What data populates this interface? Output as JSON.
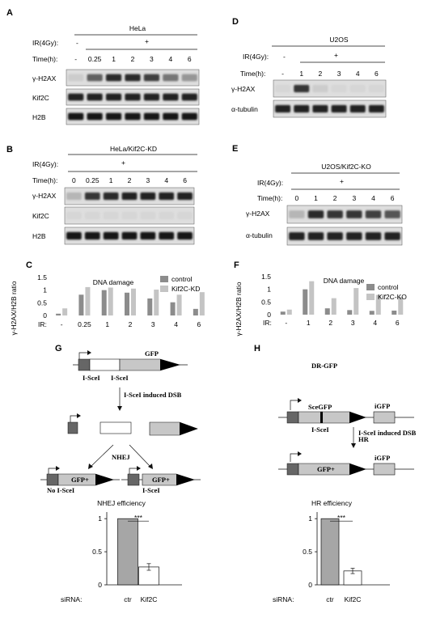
{
  "panels": {
    "A": {
      "letter": "A",
      "title": "HeLa",
      "ir_label": "IR(4Gy):",
      "ir_minus": "-",
      "ir_plus": "+",
      "time_label": "Time(h):",
      "lanes": [
        "-",
        "0.25",
        "1",
        "2",
        "3",
        "4",
        "6"
      ],
      "rows": [
        "γ-H2AX",
        "Kif2C",
        "H2B"
      ],
      "intensity": {
        "γ-H2AX": [
          0.1,
          0.6,
          0.85,
          0.85,
          0.75,
          0.5,
          0.35
        ],
        "Kif2C": [
          0.9,
          0.9,
          0.9,
          0.9,
          0.9,
          0.9,
          0.9
        ],
        "H2B": [
          0.95,
          0.95,
          0.95,
          0.95,
          0.95,
          0.95,
          0.95
        ]
      }
    },
    "B": {
      "letter": "B",
      "title": "HeLa/Kif2C-KD",
      "ir_label": "IR(4Gy):",
      "ir_plus": "+",
      "time_label": "Time(h):",
      "lanes": [
        "0",
        "0.25",
        "1",
        "2",
        "3",
        "4",
        "6"
      ],
      "rows": [
        "γ-H2AX",
        "Kif2C",
        "H2B"
      ],
      "intensity": {
        "γ-H2AX": [
          0.2,
          0.8,
          0.85,
          0.9,
          0.9,
          0.9,
          0.9
        ],
        "Kif2C": [
          0.05,
          0.05,
          0.05,
          0.05,
          0.05,
          0.05,
          0.05
        ],
        "H2B": [
          0.95,
          0.95,
          0.95,
          0.95,
          0.95,
          0.95,
          0.95
        ]
      }
    },
    "D": {
      "letter": "D",
      "title": "U2OS",
      "ir_label": "IR(4Gy):",
      "ir_minus": "-",
      "ir_plus": "+",
      "time_label": "Time(h):",
      "lanes": [
        "-",
        "1",
        "2",
        "3",
        "4",
        "6"
      ],
      "rows": [
        "γ-H2AX",
        "α-tubulin"
      ],
      "intensity": {
        "γ-H2AX": [
          0.05,
          0.8,
          0.1,
          0.05,
          0.05,
          0.05
        ],
        "α-tubulin": [
          0.9,
          0.9,
          0.9,
          0.9,
          0.9,
          0.9
        ]
      }
    },
    "E": {
      "letter": "E",
      "title": "U2OS/Kif2C-KO",
      "ir_label": "IR(4Gy):",
      "ir_plus": "+",
      "time_label": "Time(h):",
      "lanes": [
        "0",
        "1",
        "2",
        "3",
        "4",
        "6"
      ],
      "rows": [
        "γ-H2AX",
        "α-tubulin"
      ],
      "intensity": {
        "γ-H2AX": [
          0.2,
          0.85,
          0.8,
          0.8,
          0.75,
          0.65
        ],
        "α-tubulin": [
          0.9,
          0.9,
          0.9,
          0.9,
          0.9,
          0.9
        ]
      }
    },
    "G": {
      "letter": "G",
      "gfp": "GFP",
      "isce_left": "I-SceI",
      "isce_right": "I-SceI",
      "dsb": "I-SceI induced DSB",
      "nhej": "NHEJ",
      "gfp_plus_left": "GFP+",
      "gfp_plus_right": "GFP+",
      "no_isce": "No I-SceI",
      "isce_bottom": "I-SceI"
    },
    "H": {
      "letter": "H",
      "title": "DR-GFP",
      "scegfp": "SceGFP",
      "igfp_top": "iGFP",
      "isce": "I-SceI",
      "dsb_line1": "I-SceI induced DSB",
      "dsb_line2": "HR",
      "gfp_plus": "GFP+",
      "igfp_bottom": "iGFP"
    }
  },
  "chart_data": [
    {
      "id": "C",
      "type": "bar",
      "title": "DNA damage",
      "ylabel": "γ-H2AX/H2B ratio",
      "xlabel_prefix": "IR:",
      "categories": [
        "-",
        "0.25",
        "1",
        "2",
        "3",
        "4",
        "6"
      ],
      "series": [
        {
          "name": "control",
          "color": "#8c8c8c",
          "values": [
            0.07,
            0.82,
            1.0,
            0.9,
            0.67,
            0.52,
            0.26
          ]
        },
        {
          "name": "Kif2C-KD",
          "color": "#c4c4c4",
          "values": [
            0.28,
            1.12,
            1.1,
            1.06,
            1.02,
            0.82,
            0.92
          ]
        }
      ],
      "ylim": [
        0,
        1.5
      ],
      "yticks": [
        "0",
        "0.5",
        "1",
        "1.5"
      ],
      "legend": "top-right"
    },
    {
      "id": "F",
      "type": "bar",
      "title": "DNA damage",
      "ylabel": "γ-H2AX/H2B ratio",
      "xlabel_prefix": "IR:",
      "categories": [
        "-",
        "1",
        "2",
        "3",
        "4",
        "6"
      ],
      "series": [
        {
          "name": "control",
          "color": "#8c8c8c",
          "values": [
            0.12,
            1.0,
            0.25,
            0.18,
            0.15,
            0.16
          ]
        },
        {
          "name": "Kif2C-KO",
          "color": "#c4c4c4",
          "values": [
            0.2,
            1.32,
            0.65,
            1.05,
            0.78,
            0.7
          ]
        }
      ],
      "ylim": [
        0,
        1.5
      ],
      "yticks": [
        "0",
        "0.5",
        "1",
        "1.5"
      ],
      "legend": "top-right"
    },
    {
      "id": "G",
      "type": "bar",
      "title": "NHEJ efficiency",
      "xlabel_prefix": "siRNA:",
      "categories": [
        "ctr",
        "Kif2C"
      ],
      "values": [
        1.0,
        0.27
      ],
      "errors": [
        0.0,
        0.05
      ],
      "colors": [
        "#a6a6a6",
        "#ffffff"
      ],
      "ylim": [
        0,
        1.1
      ],
      "yticks": [
        "0",
        "0.5",
        "1"
      ],
      "significance": "***"
    },
    {
      "id": "H",
      "type": "bar",
      "title": "HR efficiency",
      "xlabel_prefix": "siRNA:",
      "categories": [
        "ctr",
        "Kif2C"
      ],
      "values": [
        1.0,
        0.21
      ],
      "errors": [
        0.0,
        0.04
      ],
      "colors": [
        "#a6a6a6",
        "#ffffff"
      ],
      "ylim": [
        0,
        1.1
      ],
      "yticks": [
        "0",
        "0.5",
        "1"
      ],
      "significance": "***"
    }
  ]
}
